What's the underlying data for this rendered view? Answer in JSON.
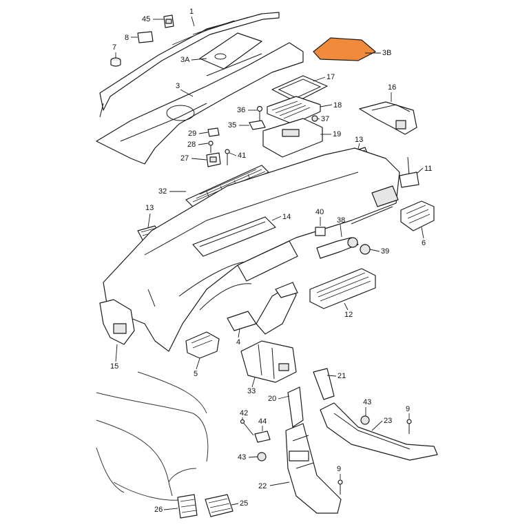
{
  "diagram": {
    "highlight_color": "#f28a3c",
    "callouts": [
      {
        "id": "1",
        "label": "1"
      },
      {
        "id": "3",
        "label": "3"
      },
      {
        "id": "3A",
        "label": "3A"
      },
      {
        "id": "3B",
        "label": "3B"
      },
      {
        "id": "4",
        "label": "4"
      },
      {
        "id": "5",
        "label": "5"
      },
      {
        "id": "6",
        "label": "6"
      },
      {
        "id": "7",
        "label": "7"
      },
      {
        "id": "8",
        "label": "8"
      },
      {
        "id": "9a",
        "label": "9"
      },
      {
        "id": "9b",
        "label": "9"
      },
      {
        "id": "11",
        "label": "11"
      },
      {
        "id": "12",
        "label": "12"
      },
      {
        "id": "13a",
        "label": "13"
      },
      {
        "id": "13b",
        "label": "13"
      },
      {
        "id": "14",
        "label": "14"
      },
      {
        "id": "15",
        "label": "15"
      },
      {
        "id": "16",
        "label": "16"
      },
      {
        "id": "17",
        "label": "17"
      },
      {
        "id": "18",
        "label": "18"
      },
      {
        "id": "19",
        "label": "19"
      },
      {
        "id": "20",
        "label": "20"
      },
      {
        "id": "21",
        "label": "21"
      },
      {
        "id": "22",
        "label": "22"
      },
      {
        "id": "23",
        "label": "23"
      },
      {
        "id": "25",
        "label": "25"
      },
      {
        "id": "26",
        "label": "26"
      },
      {
        "id": "27",
        "label": "27"
      },
      {
        "id": "28",
        "label": "28"
      },
      {
        "id": "29",
        "label": "29"
      },
      {
        "id": "32",
        "label": "32"
      },
      {
        "id": "33",
        "label": "33"
      },
      {
        "id": "35",
        "label": "35"
      },
      {
        "id": "36",
        "label": "36"
      },
      {
        "id": "37",
        "label": "37"
      },
      {
        "id": "38",
        "label": "38"
      },
      {
        "id": "39",
        "label": "39"
      },
      {
        "id": "40",
        "label": "40"
      },
      {
        "id": "41",
        "label": "41"
      },
      {
        "id": "42",
        "label": "42"
      },
      {
        "id": "43a",
        "label": "43"
      },
      {
        "id": "43b",
        "label": "43"
      },
      {
        "id": "44",
        "label": "44"
      },
      {
        "id": "45",
        "label": "45"
      }
    ]
  }
}
